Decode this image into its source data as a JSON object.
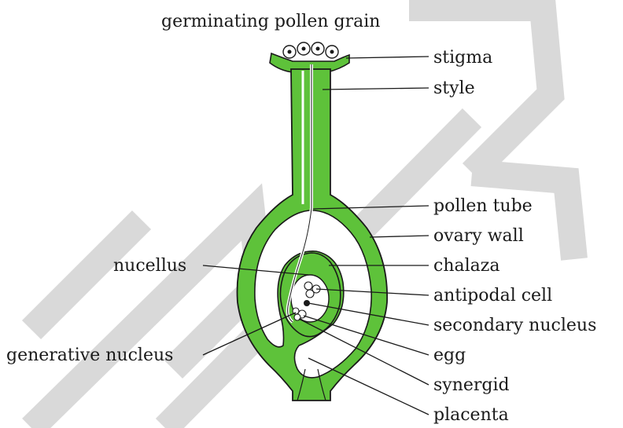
{
  "figure": {
    "labels": {
      "germinating_pollen_grain": "germinating pollen grain",
      "stigma": "stigma",
      "style": "style",
      "pollen_tube": "pollen tube",
      "ovary_wall": "ovary wall",
      "nucellus": "nucellus",
      "chalaza": "chalaza",
      "antipodal_cell": "antipodal cell",
      "secondary_nucleus": "secondary nucleus",
      "generative_nucleus": "generative nucleus",
      "egg": "egg",
      "synergid": "synergid",
      "placenta": "placenta"
    },
    "colors": {
      "tissue": "#5ec23a",
      "outline": "#1a1a1a",
      "watermark": "#d9d9d9"
    }
  }
}
